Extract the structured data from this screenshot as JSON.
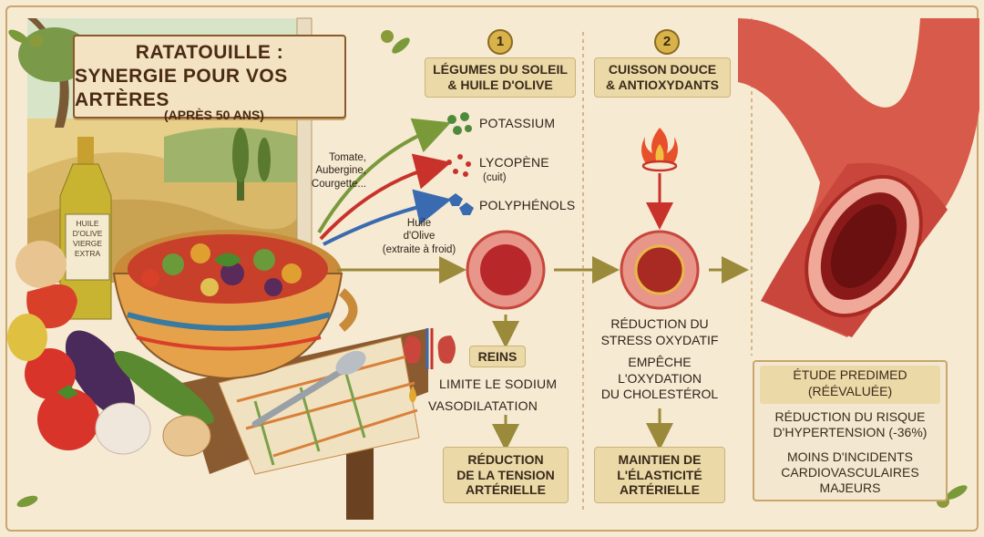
{
  "title": {
    "line1": "RATATOUILLE :",
    "line2": "SYNERGIE POUR VOS ARTÈRES"
  },
  "subtitle": "(APRÈS 50 ANS)",
  "oil_bottle_label": [
    "HUILE",
    "D'OLIVE",
    "VIERGE",
    "EXTRA"
  ],
  "ingredients": {
    "vegetables": [
      "Tomate,",
      "Aubergine,",
      "Courgette..."
    ],
    "oil": [
      "Huile",
      "d'Olive",
      "(extraite à froid)"
    ]
  },
  "step1": {
    "number": "1",
    "header": [
      "LÉGUMES DU SOLEIL",
      "& HUILE D'OLIVE"
    ],
    "nutrients": [
      {
        "name": "POTASSIUM",
        "note": "",
        "color": "#4f8a3a"
      },
      {
        "name": "LYCOPÈNE",
        "note": "(cuit)",
        "color": "#c8322a"
      },
      {
        "name": "POLYPHÉNOLS",
        "note": "",
        "color": "#3a6ab0"
      }
    ],
    "kidneys_label": "REINS",
    "effects": [
      "LIMITE LE SODIUM",
      "VASODILATATION"
    ],
    "result": [
      "RÉDUCTION",
      "DE LA TENSION",
      "ARTÉRIELLE"
    ]
  },
  "step2": {
    "number": "2",
    "header": [
      "CUISSON DOUCE",
      "& ANTIOXYDANTS"
    ],
    "effect1": [
      "RÉDUCTION DU",
      "STRESS OXYDATIF"
    ],
    "effect2": [
      "EMPÊCHE",
      "L'OXYDATION",
      "DU CHOLESTÉROL"
    ],
    "result": [
      "MAINTIEN DE",
      "L'ÉLASTICITÉ",
      "ARTÉRIELLE"
    ]
  },
  "study": {
    "header": [
      "ÉTUDE PREDIMED",
      "(RÉÉVALUÉE)"
    ],
    "finding1": [
      "RÉDUCTION DU RISQUE",
      "D'HYPERTENSION (-36%)"
    ],
    "finding2": [
      "MOINS D'INCIDENTS",
      "CARDIOVASCULAIRES",
      "MAJEURS"
    ]
  },
  "colors": {
    "background": "#f6ead3",
    "accent_gold": "#d9b24a",
    "box": "#ecd9a8",
    "artery": "#c8463c",
    "arrow_olive": "#9a8a3a"
  }
}
